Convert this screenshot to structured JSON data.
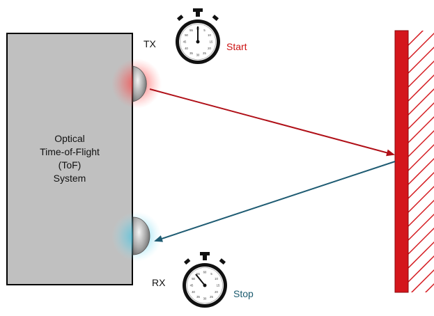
{
  "system": {
    "lines": [
      "Optical",
      "Time-of-Flight",
      "(ToF)",
      "System"
    ]
  },
  "tx": {
    "label": "TX",
    "event": "Start",
    "event_color": "#cc1111"
  },
  "rx": {
    "label": "RX",
    "event": "Stop",
    "event_color": "#1a5a6e"
  },
  "colors": {
    "system_fill": "#c0c0c0",
    "tx_beam": "#b01018",
    "rx_beam": "#1f5c73",
    "target": "#d4161c",
    "tx_glow": "#ff4040",
    "rx_glow": "#40c8e8"
  },
  "stopwatch_dial_numbers": [
    "60",
    "5",
    "10",
    "15",
    "20",
    "25",
    "30",
    "35",
    "40",
    "45",
    "50",
    "55"
  ]
}
